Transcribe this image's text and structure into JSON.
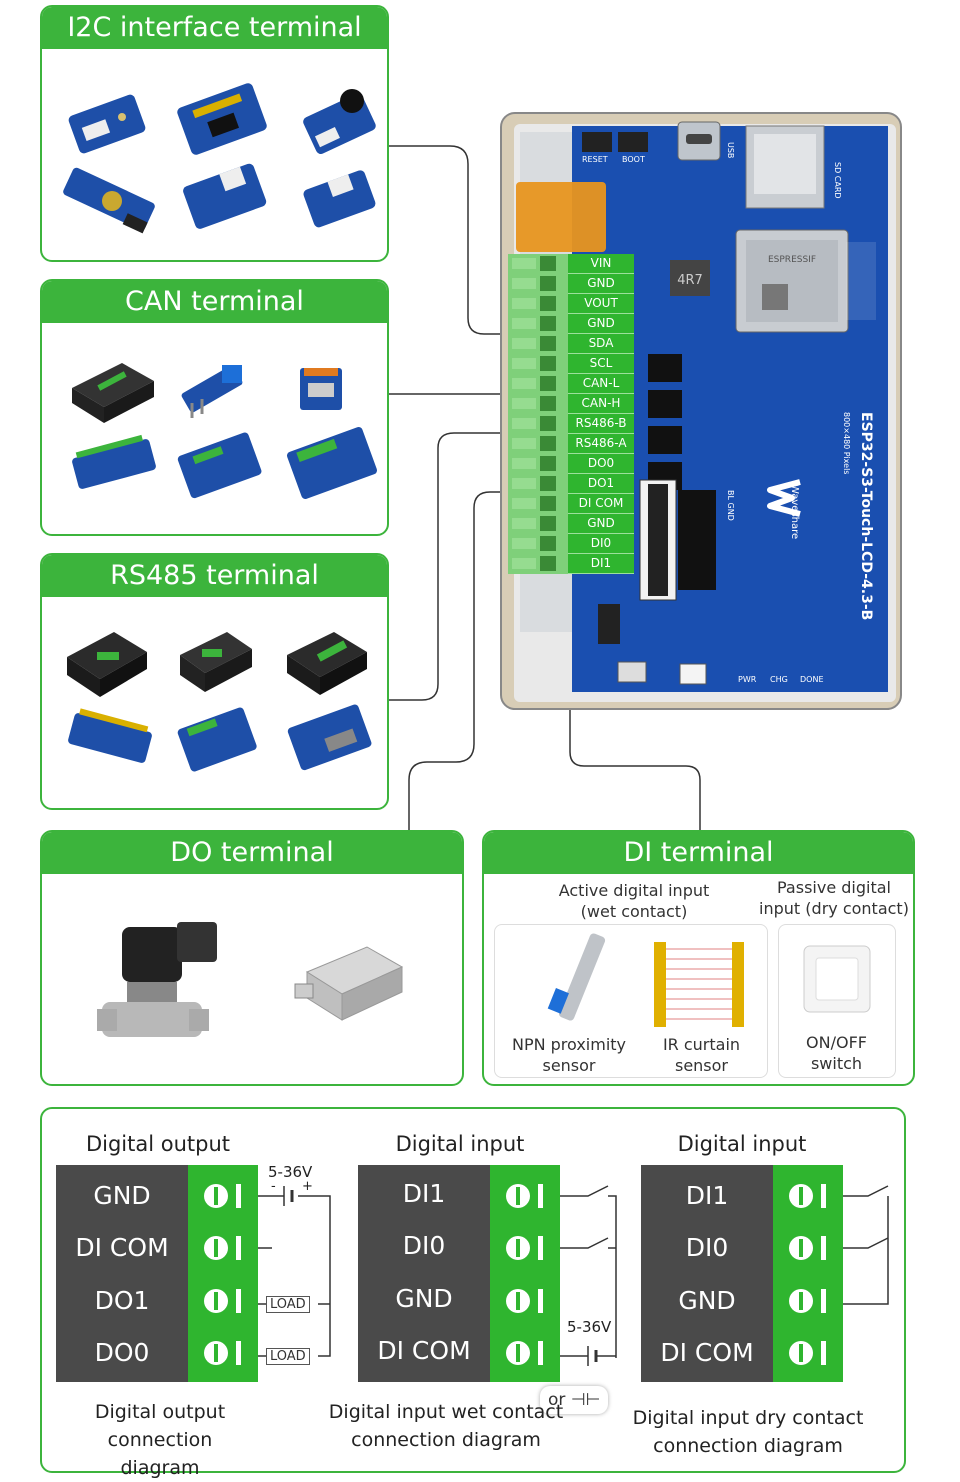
{
  "panels": {
    "i2c": {
      "title": "I2C interface terminal"
    },
    "can": {
      "title": "CAN terminal"
    },
    "rs485": {
      "title": "RS485 terminal"
    },
    "do": {
      "title": "DO terminal"
    },
    "di": {
      "title": "DI terminal",
      "active_label": "Active digital input (wet contact)",
      "passive_label": "Passive digital input (dry contact)",
      "npn_label": "NPN proximity sensor",
      "ir_label": "IR curtain sensor",
      "switch_label": "ON/OFF switch"
    }
  },
  "board": {
    "name": "ESP32-S3-Touch-LCD-4.3-B",
    "pixels": "800×480 Pixels",
    "brand": "Waveshare",
    "chip": "ESPRESSIF",
    "inductor": "4R7",
    "labels": {
      "reset": "RESET",
      "boot": "BOOT",
      "usb": "USB",
      "sd": "SD CARD",
      "pwr": "PWR",
      "chg": "CHG",
      "done": "DONE",
      "bl": "BL GND"
    },
    "pins": [
      "VIN",
      "GND",
      "VOUT",
      "GND",
      "SDA",
      "SCL",
      "CAN-L",
      "CAN-H",
      "RS486-B",
      "RS486-A",
      "DO0",
      "DO1",
      "DI COM",
      "GND",
      "DI0",
      "DI1"
    ]
  },
  "diagrams": {
    "output": {
      "title": "Digital output",
      "rows": [
        "GND",
        "DI COM",
        "DO1",
        "DO0"
      ],
      "voltage": "5-36V",
      "minus": "-",
      "plus": "+",
      "load": "LOAD",
      "caption": "Digital output connection diagram"
    },
    "wet": {
      "title": "Digital input",
      "rows": [
        "DI1",
        "DI0",
        "GND",
        "DI COM"
      ],
      "voltage": "5-36V",
      "or": "or",
      "caption": "Digital input wet contact connection diagram"
    },
    "dry": {
      "title": "Digital input",
      "rows": [
        "DI1",
        "DI0",
        "GND",
        "DI COM"
      ],
      "caption": "Digital input dry contact connection diagram"
    }
  },
  "colors": {
    "green": "#3cb43c",
    "pcb_blue": "#1a4fb0",
    "terminal_gray": "#4a4a4a"
  }
}
